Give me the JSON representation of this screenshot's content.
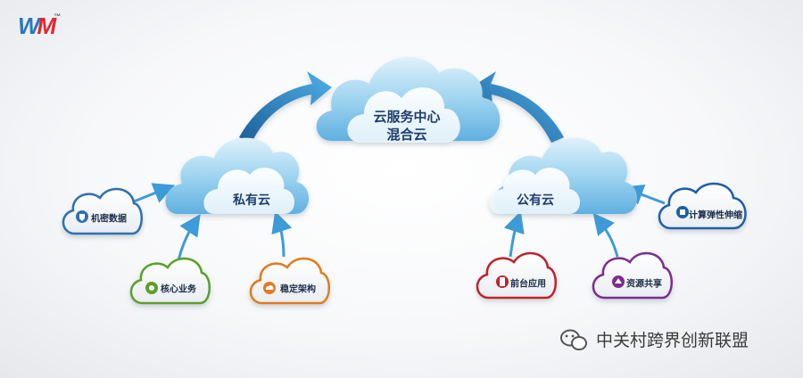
{
  "logo": {
    "text_w": "W",
    "text_m": "M",
    "trademark": "™"
  },
  "central": {
    "line1": "云服务中心",
    "line2": "混合云"
  },
  "private_cloud": {
    "label": "私有云"
  },
  "public_cloud": {
    "label": "公有云"
  },
  "nodes": {
    "machine_data": {
      "label": "机密数据",
      "color": "#2f6fb0",
      "icon": "shield-icon"
    },
    "core_business": {
      "label": "核心业务",
      "color": "#5aa02c",
      "icon": "gear-icon"
    },
    "stable_architecture": {
      "label": "稳定架构",
      "color": "#e07b1a",
      "icon": "cloud-network-icon"
    },
    "front_apps": {
      "label": "前台应用",
      "color": "#c0202a",
      "icon": "phone-icon"
    },
    "resource_sharing": {
      "label": "资源共享",
      "color": "#7b2f8e",
      "icon": "recycle-icon"
    },
    "elastic_compute": {
      "label": "计算弹性伸缩",
      "color": "#1f5fa8",
      "icon": "compute-icon"
    }
  },
  "watermark": {
    "text": "中关村跨界创新联盟",
    "icon": "wechat-icon"
  },
  "colors": {
    "cloud_blue": "#8cc9ec",
    "arrow_blue": "#2a7fc1",
    "label_text": "#1d3f6e"
  }
}
